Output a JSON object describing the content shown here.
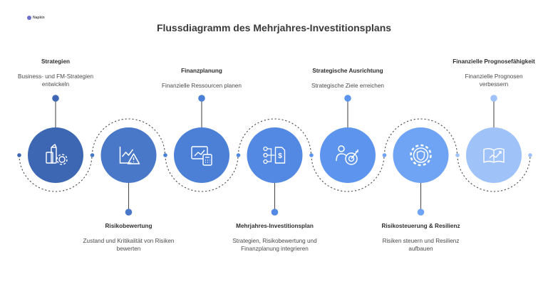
{
  "logo_text": "Napkin",
  "title": "Flussdiagramm des Mehrjahres-Investitionsplans",
  "colors": {
    "line": "#4d4d4d",
    "steps": [
      "#3e67b3",
      "#4a78c9",
      "#4b80d6",
      "#5389e3",
      "#5d95ee",
      "#6fa3f3",
      "#9fc2f8"
    ]
  },
  "steps": [
    {
      "title": "Strategien",
      "description": "Business- und FM-Strategien entwickeln",
      "icon": "building-gear-icon"
    },
    {
      "title": "Risikobewertung",
      "description": "Zustand und Kritikalität von Risiken bewerten",
      "icon": "chart-warning-icon"
    },
    {
      "title": "Finanzplanung",
      "description": "Finanzielle Ressourcen planen",
      "icon": "chart-calculator-icon"
    },
    {
      "title": "Mehrjahres-Investitionsplan",
      "description": "Strategien, Risikobewertung und Finanzplanung integrieren",
      "icon": "flow-document-dollar-icon"
    },
    {
      "title": "Strategische Ausrichtung",
      "description": "Strategische Ziele erreichen",
      "icon": "person-target-icon"
    },
    {
      "title": "Risikosteuerung & Resilienz",
      "description": "Risiken steuern und Resilienz aufbauen",
      "icon": "gear-shield-icon"
    },
    {
      "title": "Finanzielle Prognosefähigkeit",
      "description": "Finanzielle Prognosen verbessern",
      "icon": "book-chart-icon"
    }
  ]
}
